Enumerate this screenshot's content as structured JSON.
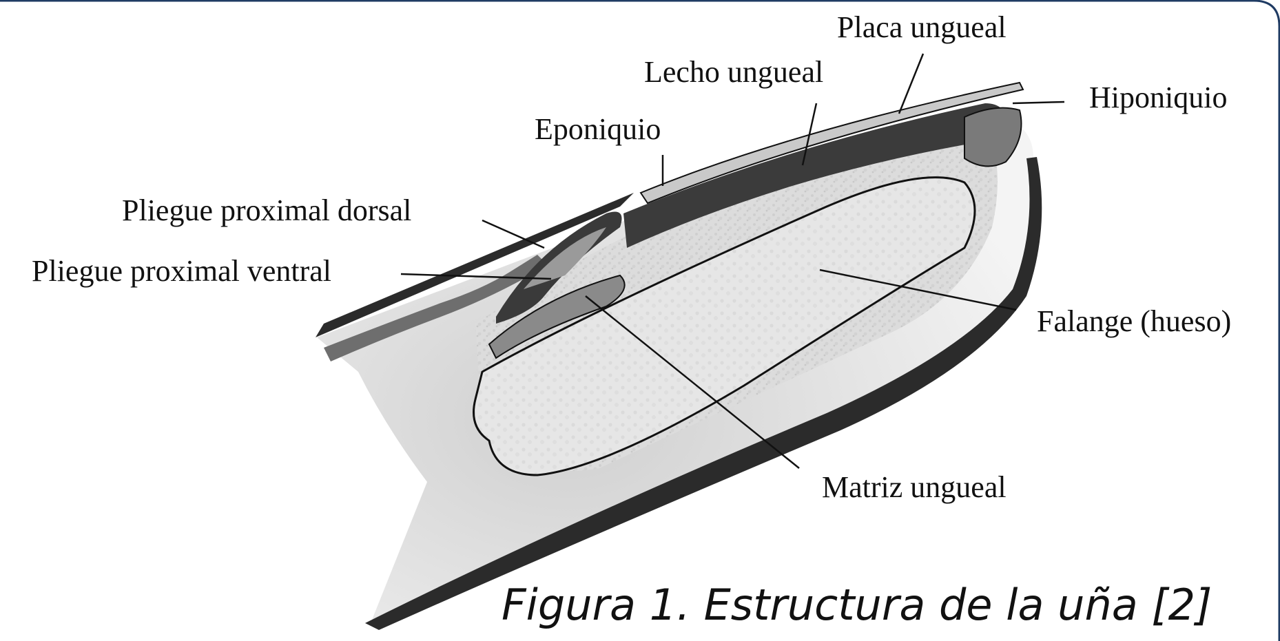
{
  "figure": {
    "labels": {
      "placa_ungueal": "Placa ungueal",
      "lecho_ungueal": "Lecho ungueal",
      "hiponiquio": "Hiponiquio",
      "eponiquio": "Eponiquio",
      "pliegue_proximal_dorsal": "Pliegue proximal dorsal",
      "pliegue_proximal_ventral": "Pliegue proximal ventral",
      "falange": "Falange (hueso)",
      "matriz_ungueal": "Matriz ungueal"
    },
    "caption": "Figura 1. Estructura de la uña [2]"
  },
  "colors": {
    "frame_border": "#1f3b63",
    "tissue_dark": "#2b2b2b",
    "tissue_mid": "#7a7a7a",
    "tissue_light": "#d6d6d6",
    "bone": "#e4e4e4",
    "outline": "#111111"
  }
}
